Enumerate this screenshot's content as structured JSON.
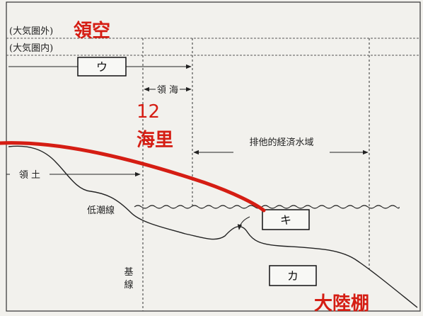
{
  "labels": {
    "outer_atmosphere": "(大気圏外)",
    "inner_atmosphere": "(大気圏内)",
    "territorial_sea": "領 海",
    "territory": "領 土",
    "eez": "排他的経済水域",
    "low_tide_line": "低潮線",
    "baseline_char1": "基",
    "baseline_char2": "線"
  },
  "boxes": {
    "u": "ウ",
    "ki": "キ",
    "ka": "カ"
  },
  "handwritten": {
    "airspace": "領空",
    "distance_number": "12",
    "distance_unit": "海里",
    "continental_shelf": "大陸棚"
  },
  "colors": {
    "ink": "#222222",
    "paper": "#f2f1ed",
    "annotation_red": "#d51d13"
  }
}
